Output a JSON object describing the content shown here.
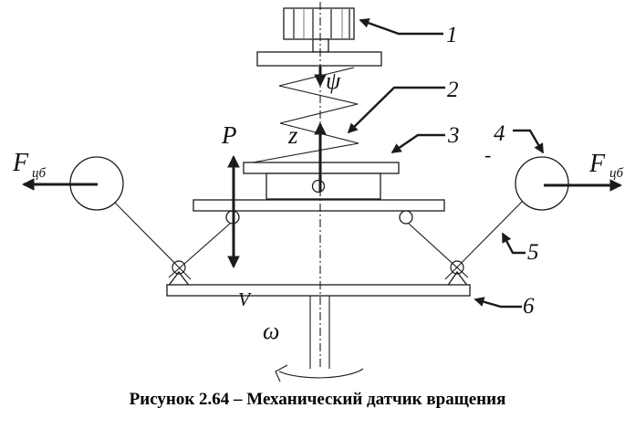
{
  "figure": {
    "caption": "Рисунок 2.64 – Механический датчик вращения",
    "callouts": {
      "n1": "1",
      "n2": "2",
      "n3": "3",
      "n4": "4",
      "n5": "5",
      "n6": "6"
    },
    "symbols": {
      "force_left_main": "F",
      "force_left_sub": "цб",
      "force_right_main": "F",
      "force_right_sub": "цб",
      "psi": "ψ",
      "z": "z",
      "p": "P",
      "v": "V",
      "omega": "ω",
      "minus": "-"
    },
    "colors": {
      "line": "#1b1b1b",
      "knurl_gray": "#8f8f8f",
      "background": "#ffffff",
      "caption_text": "#000000"
    }
  }
}
